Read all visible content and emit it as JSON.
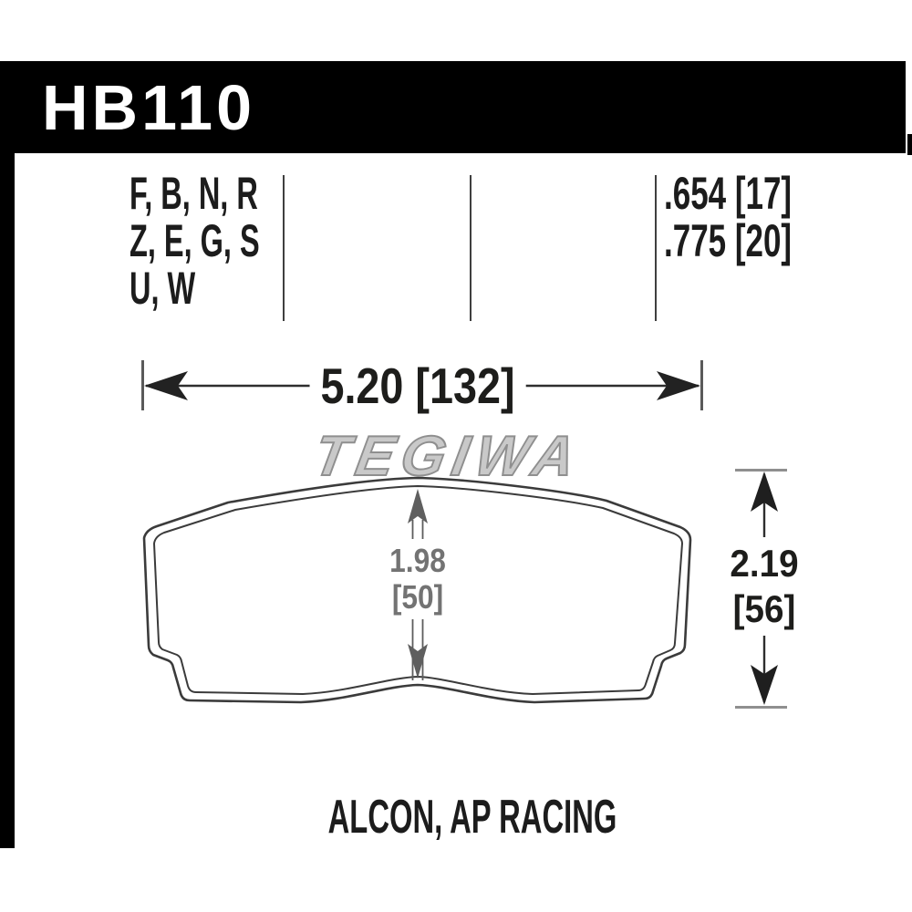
{
  "header": {
    "part_number": "HB110"
  },
  "spec_row": {
    "compound_codes": [
      "F, B, N, R",
      "Z, E, G, S",
      "U, W"
    ],
    "thickness_values": [
      ".654 [17]",
      ".775 [20]"
    ]
  },
  "dimensions": {
    "width_label": "5.20 [132]",
    "friction_height_in": "1.98",
    "friction_height_mm": "[50]",
    "overall_height_in": "2.19",
    "overall_height_mm": "[56]"
  },
  "watermark_text": "TEGIWA",
  "caption": "ALCON, AP RACING",
  "colors": {
    "banner": "#000000",
    "text_black": "#1c1c1c",
    "dimension_gray_text": "#757575",
    "watermark_gray": "#c9c9c9",
    "outline": "#3b3b3b"
  }
}
